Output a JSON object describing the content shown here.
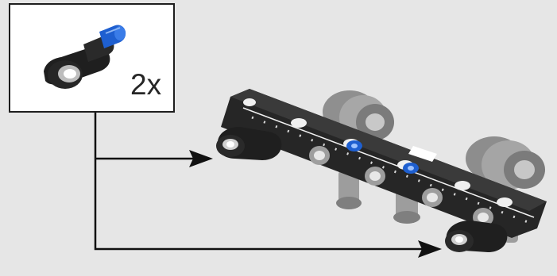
{
  "step": {
    "parts_callout": {
      "quantity_label": "2x",
      "part_icon": "axle-pin-connector-icon"
    },
    "assembly_icon": "liftarm-assembly-icon",
    "arrows": [
      "arrow-to-upper-connector",
      "arrow-to-lower-connector"
    ]
  },
  "colors": {
    "background": "#e6e6e6",
    "callout_background": "#ffffff",
    "callout_border": "#1e1e1e",
    "part_black": "#1f1f1f",
    "part_blue": "#1e5fd0",
    "wheel_gray": "#8a8a8a",
    "light_gray": "#b9b9b9"
  }
}
